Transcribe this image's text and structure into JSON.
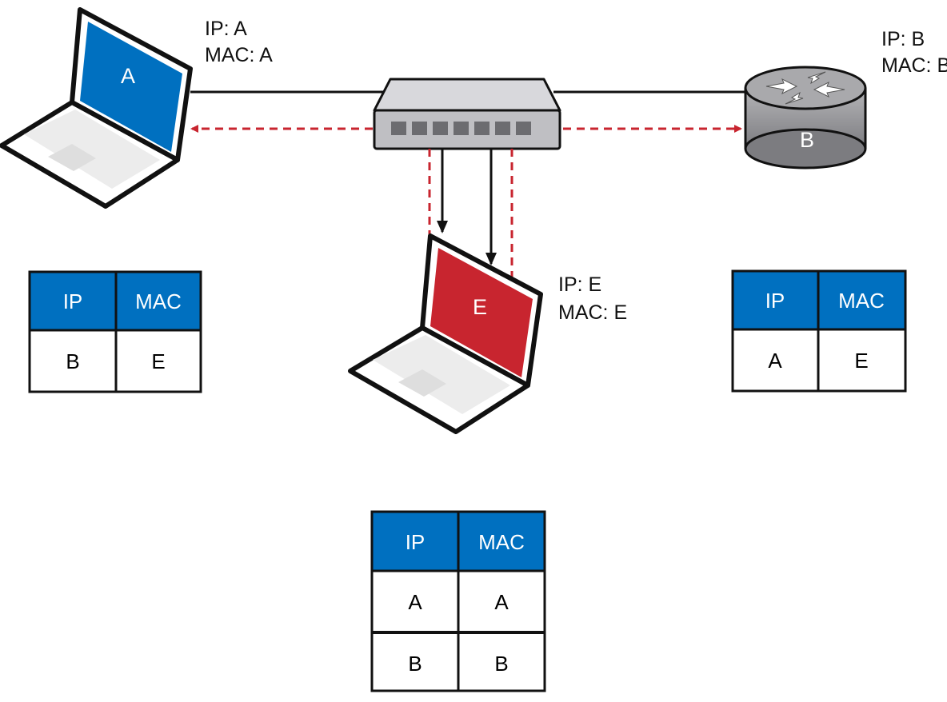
{
  "colors": {
    "blue": "#0070c0",
    "red": "#c8252f",
    "dashed_arrow": "#c8252f",
    "wire": "#111111",
    "switch_body": "#bfbfc3",
    "router_body": "#8f8f93"
  },
  "devices": {
    "host_a": {
      "screen_label": "A",
      "ip_label": "IP: A",
      "mac_label": "MAC: A"
    },
    "router_b": {
      "body_label": "B",
      "ip_label": "IP: B",
      "mac_label": "MAC: B"
    },
    "attacker_e": {
      "screen_label": "E",
      "ip_label": "IP: E",
      "mac_label": "MAC: E"
    },
    "switch": {
      "icon": "network-switch-icon"
    }
  },
  "tables": {
    "host_a": {
      "headers": [
        "IP",
        "MAC"
      ],
      "rows": [
        [
          "B",
          "E"
        ]
      ]
    },
    "router_b": {
      "headers": [
        "IP",
        "MAC"
      ],
      "rows": [
        [
          "A",
          "E"
        ]
      ]
    },
    "attacker_e": {
      "headers": [
        "IP",
        "MAC"
      ],
      "rows": [
        [
          "A",
          "A"
        ],
        [
          "B",
          "B"
        ]
      ]
    }
  }
}
